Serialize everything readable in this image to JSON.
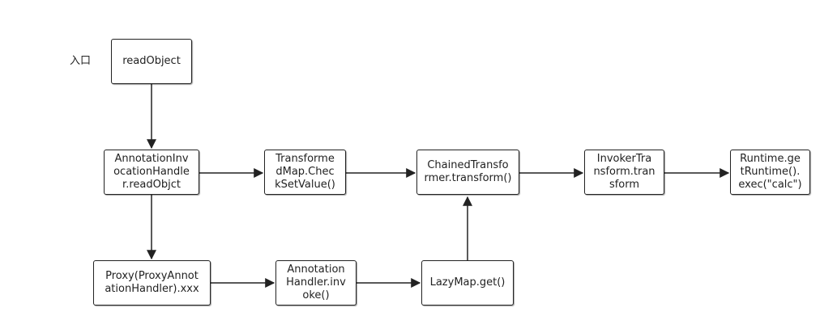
{
  "colors": {
    "stroke": "#222222",
    "fill": "#ffffff",
    "text": "#222222"
  },
  "entry_label": "入口",
  "nodes": {
    "read_object": {
      "lines": [
        "readObject"
      ]
    },
    "annotation_invocation_handler": {
      "lines": [
        "AnnotationInv",
        "ocationHandle",
        "r.readObjct"
      ]
    },
    "transformed_map": {
      "lines": [
        "Transforme",
        "dMap.Chec",
        "kSetValue()"
      ]
    },
    "chained_transformer": {
      "lines": [
        "ChainedTransfo",
        "rmer.transform()"
      ]
    },
    "invoker_transformer": {
      "lines": [
        "InvokerTra",
        "nsform.tran",
        "sform"
      ]
    },
    "runtime_exec": {
      "lines": [
        "Runtime.ge",
        "tRuntime().",
        "exec(\"calc\")"
      ]
    },
    "proxy": {
      "lines": [
        "Proxy(ProxyAnnot",
        "ationHandler).xxx"
      ]
    },
    "annotation_handler_invoke": {
      "lines": [
        "Annotation",
        "Handler.inv",
        "oke()"
      ]
    },
    "lazymap_get": {
      "lines": [
        "LazyMap.get()"
      ]
    }
  }
}
